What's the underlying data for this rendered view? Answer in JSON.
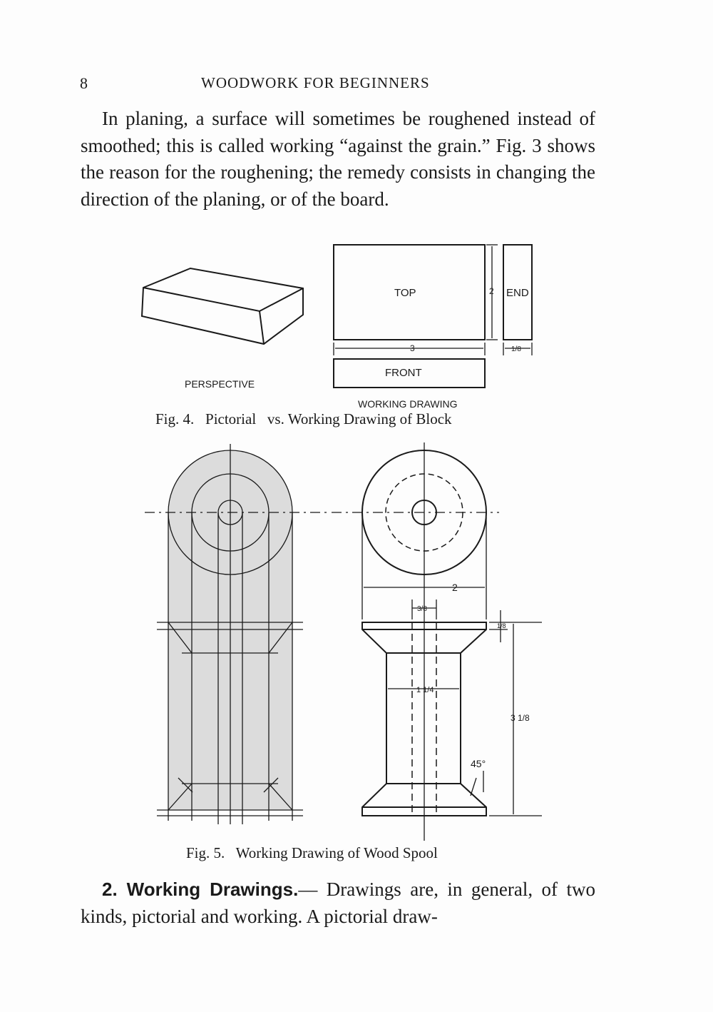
{
  "header": {
    "page_number": "8",
    "running_title": "WOODWORK FOR BEGINNERS"
  },
  "paragraph1": "In planing, a surface will sometimes be roughened instead of smoothed; this is called working “against the grain.”  Fig. 3 shows the reason for the roughening; the remedy consists in changing the direction of the planing, or of the board.",
  "fig4": {
    "labels": {
      "perspective": "PERSPECTIVE",
      "top": "TOP",
      "end": "END",
      "front": "FRONT",
      "working_drawing": "WORKING DRAWING",
      "dim_width": "3",
      "dim_depth": "2",
      "dim_thickness": "1/8"
    },
    "caption": "Fig. 4.   Pictorial   vs. Working Drawing of Block"
  },
  "fig5": {
    "labels": {
      "dim_diameter": "2",
      "dim_hole": "3/8",
      "dim_shaft": "1 1/4",
      "dim_flange": "1/8",
      "dim_height": "3 1/8",
      "angle": "45°"
    },
    "caption": "Fig. 5.   Working Drawing of Wood Spool"
  },
  "section": {
    "title": "2. Working Drawings.",
    "text": "— Drawings are, in general, of two kinds, pictorial and working.  A pictorial draw-"
  }
}
